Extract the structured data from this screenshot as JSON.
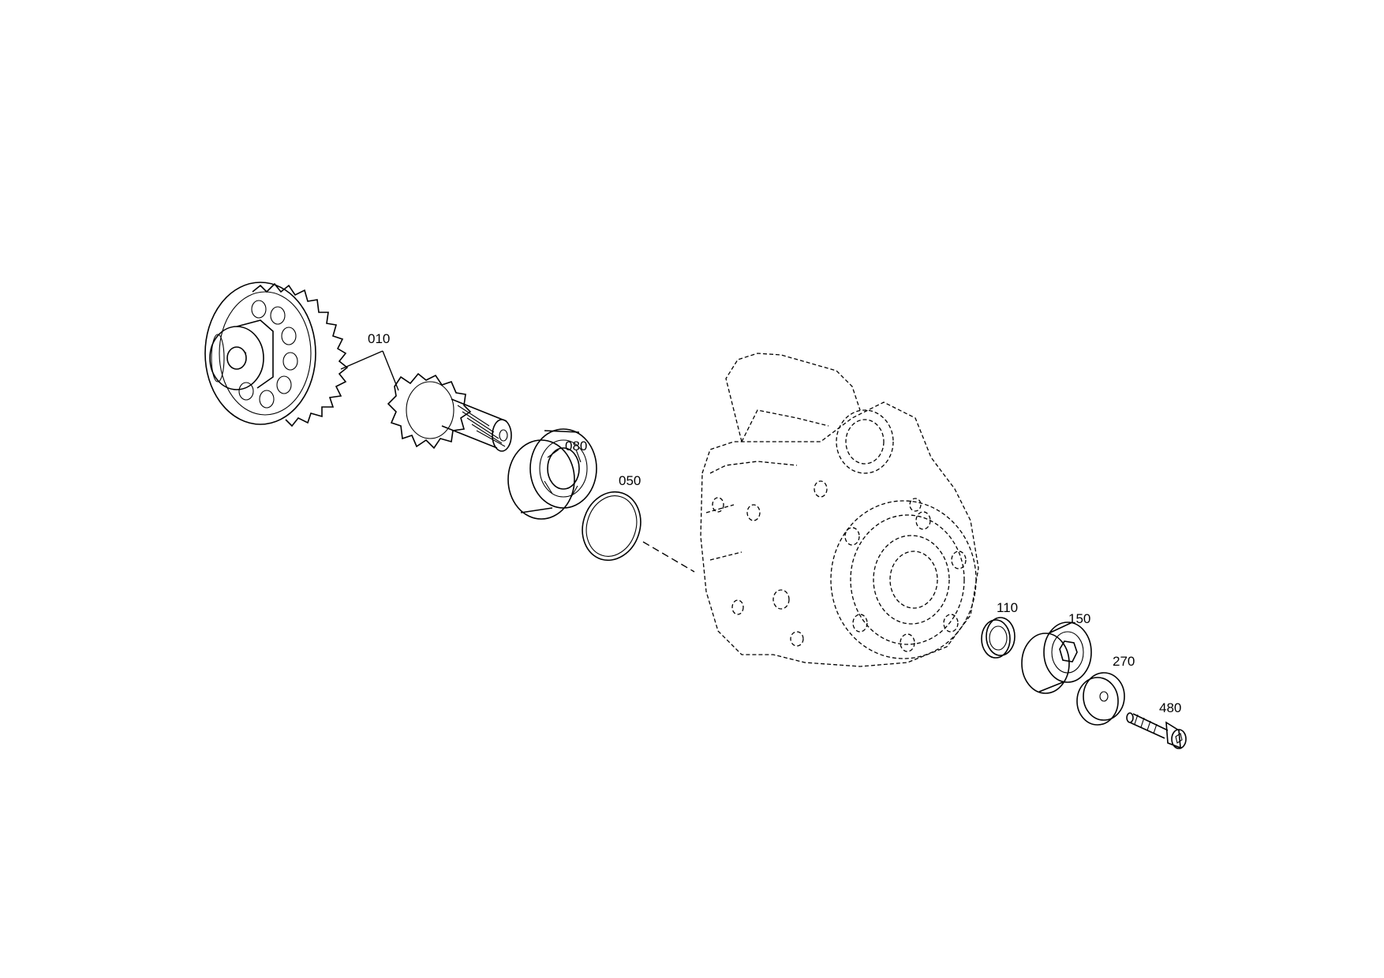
{
  "diagram": {
    "parts": [
      {
        "id": "010",
        "label": "010"
      },
      {
        "id": "080",
        "label": "080"
      },
      {
        "id": "050",
        "label": "050"
      },
      {
        "id": "110",
        "label": "110"
      },
      {
        "id": "150",
        "label": "150"
      },
      {
        "id": "270",
        "label": "270"
      },
      {
        "id": "480",
        "label": "480"
      }
    ]
  }
}
